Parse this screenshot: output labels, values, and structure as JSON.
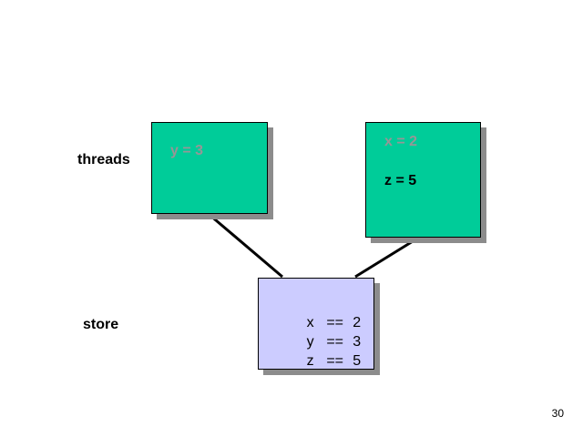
{
  "labels": {
    "threads": "threads",
    "store": "store"
  },
  "threads": [
    {
      "assignments": [
        "y = 3"
      ]
    },
    {
      "assignments": [
        "x = 2",
        "z = 5"
      ]
    }
  ],
  "store": {
    "entries": [
      {
        "var": "x",
        "op": "==",
        "value": "2"
      },
      {
        "var": "y",
        "op": "==",
        "value": "3"
      },
      {
        "var": "z",
        "op": "==",
        "value": "5"
      }
    ]
  },
  "page_number": "30",
  "colors": {
    "thread_fill": "#00cc99",
    "store_fill": "#ccccff",
    "shadow": "#8c8c8c",
    "dimmed_text": "#969696"
  }
}
